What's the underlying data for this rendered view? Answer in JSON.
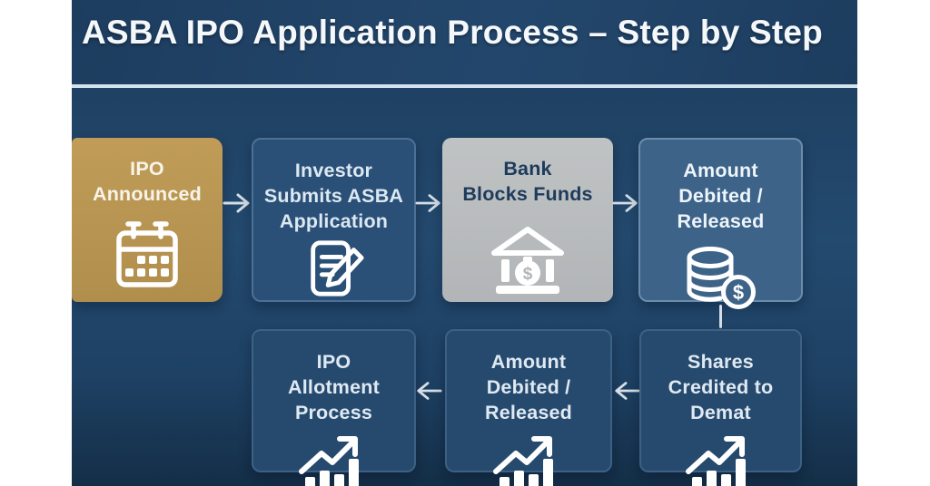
{
  "title": "ASBA IPO Application Process – Step by Step",
  "colors": {
    "header_bg": "#1d3d5f",
    "title_color": "#f4f8fb",
    "divider_color": "#d3e2ee",
    "gold": "#b08e4c",
    "gold_light": "#c09c58",
    "gray": "#b2b5b7",
    "navy_text": "#1d3b5c",
    "box_blue": "#2a5077",
    "box_blue_border": "#4d7096",
    "box_light": "#3d6389",
    "box_light_border": "#6b8dab",
    "row2_box": "#264a6e",
    "row2_border": "#3d6184",
    "arrow_color": "#d5dee6"
  },
  "steps": {
    "row1": [
      {
        "label": "IPO\nAnnounced",
        "icon": "calendar-icon"
      },
      {
        "label": "Investor\nSubmits ASBA\nApplication",
        "icon": "document-pencil-icon"
      },
      {
        "label": "Bank\nBlocks Funds",
        "icon": "bank-icon"
      },
      {
        "label": "Amount\nDebited /\nReleased",
        "icon": "coins-dollar-icon"
      }
    ],
    "row2": [
      {
        "label": "IPO\nAllotment\nProcess",
        "icon": "growth-chart-icon"
      },
      {
        "label": "Amount\nDebited /\nReleased",
        "icon": "growth-chart-icon"
      },
      {
        "label": "Shares\nCredited to\nDemat",
        "icon": "growth-chart-icon"
      }
    ]
  }
}
